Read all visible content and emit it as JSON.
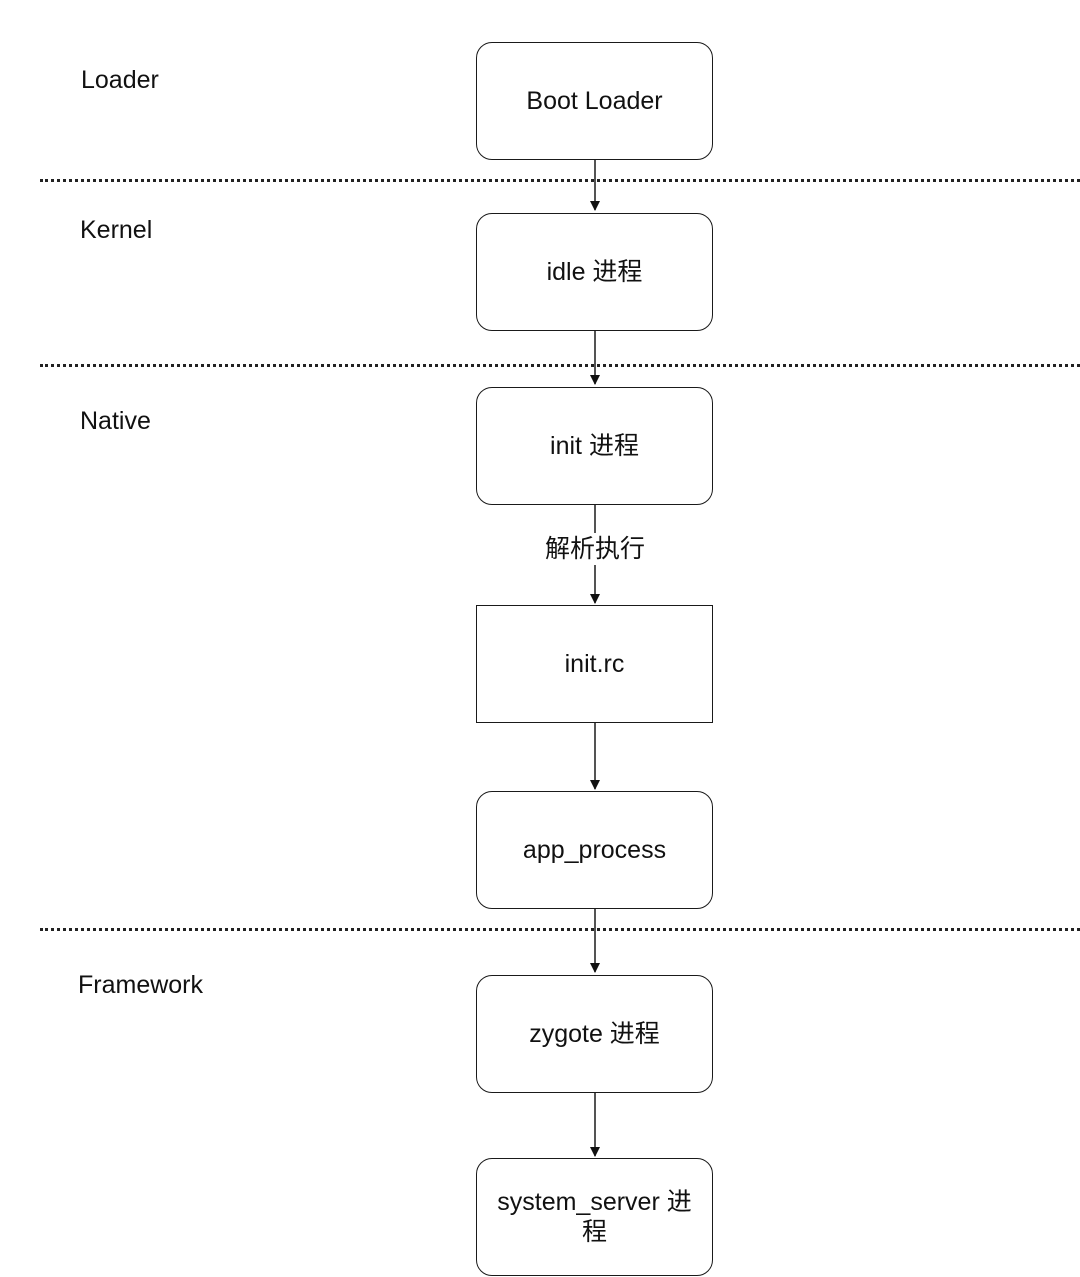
{
  "layers": {
    "loader": "Loader",
    "kernel": "Kernel",
    "native": "Native",
    "framework": "Framework"
  },
  "nodes": {
    "boot_loader": "Boot Loader",
    "idle": "idle 进程",
    "init": "init 进程",
    "init_rc": "init.rc",
    "app_process": "app_process",
    "zygote": "zygote 进程",
    "system_server": "system_server 进程"
  },
  "edges": {
    "init_to_init_rc": "解析执行"
  },
  "colors": {
    "stroke": "#1a1a1a",
    "background": "#ffffff"
  }
}
